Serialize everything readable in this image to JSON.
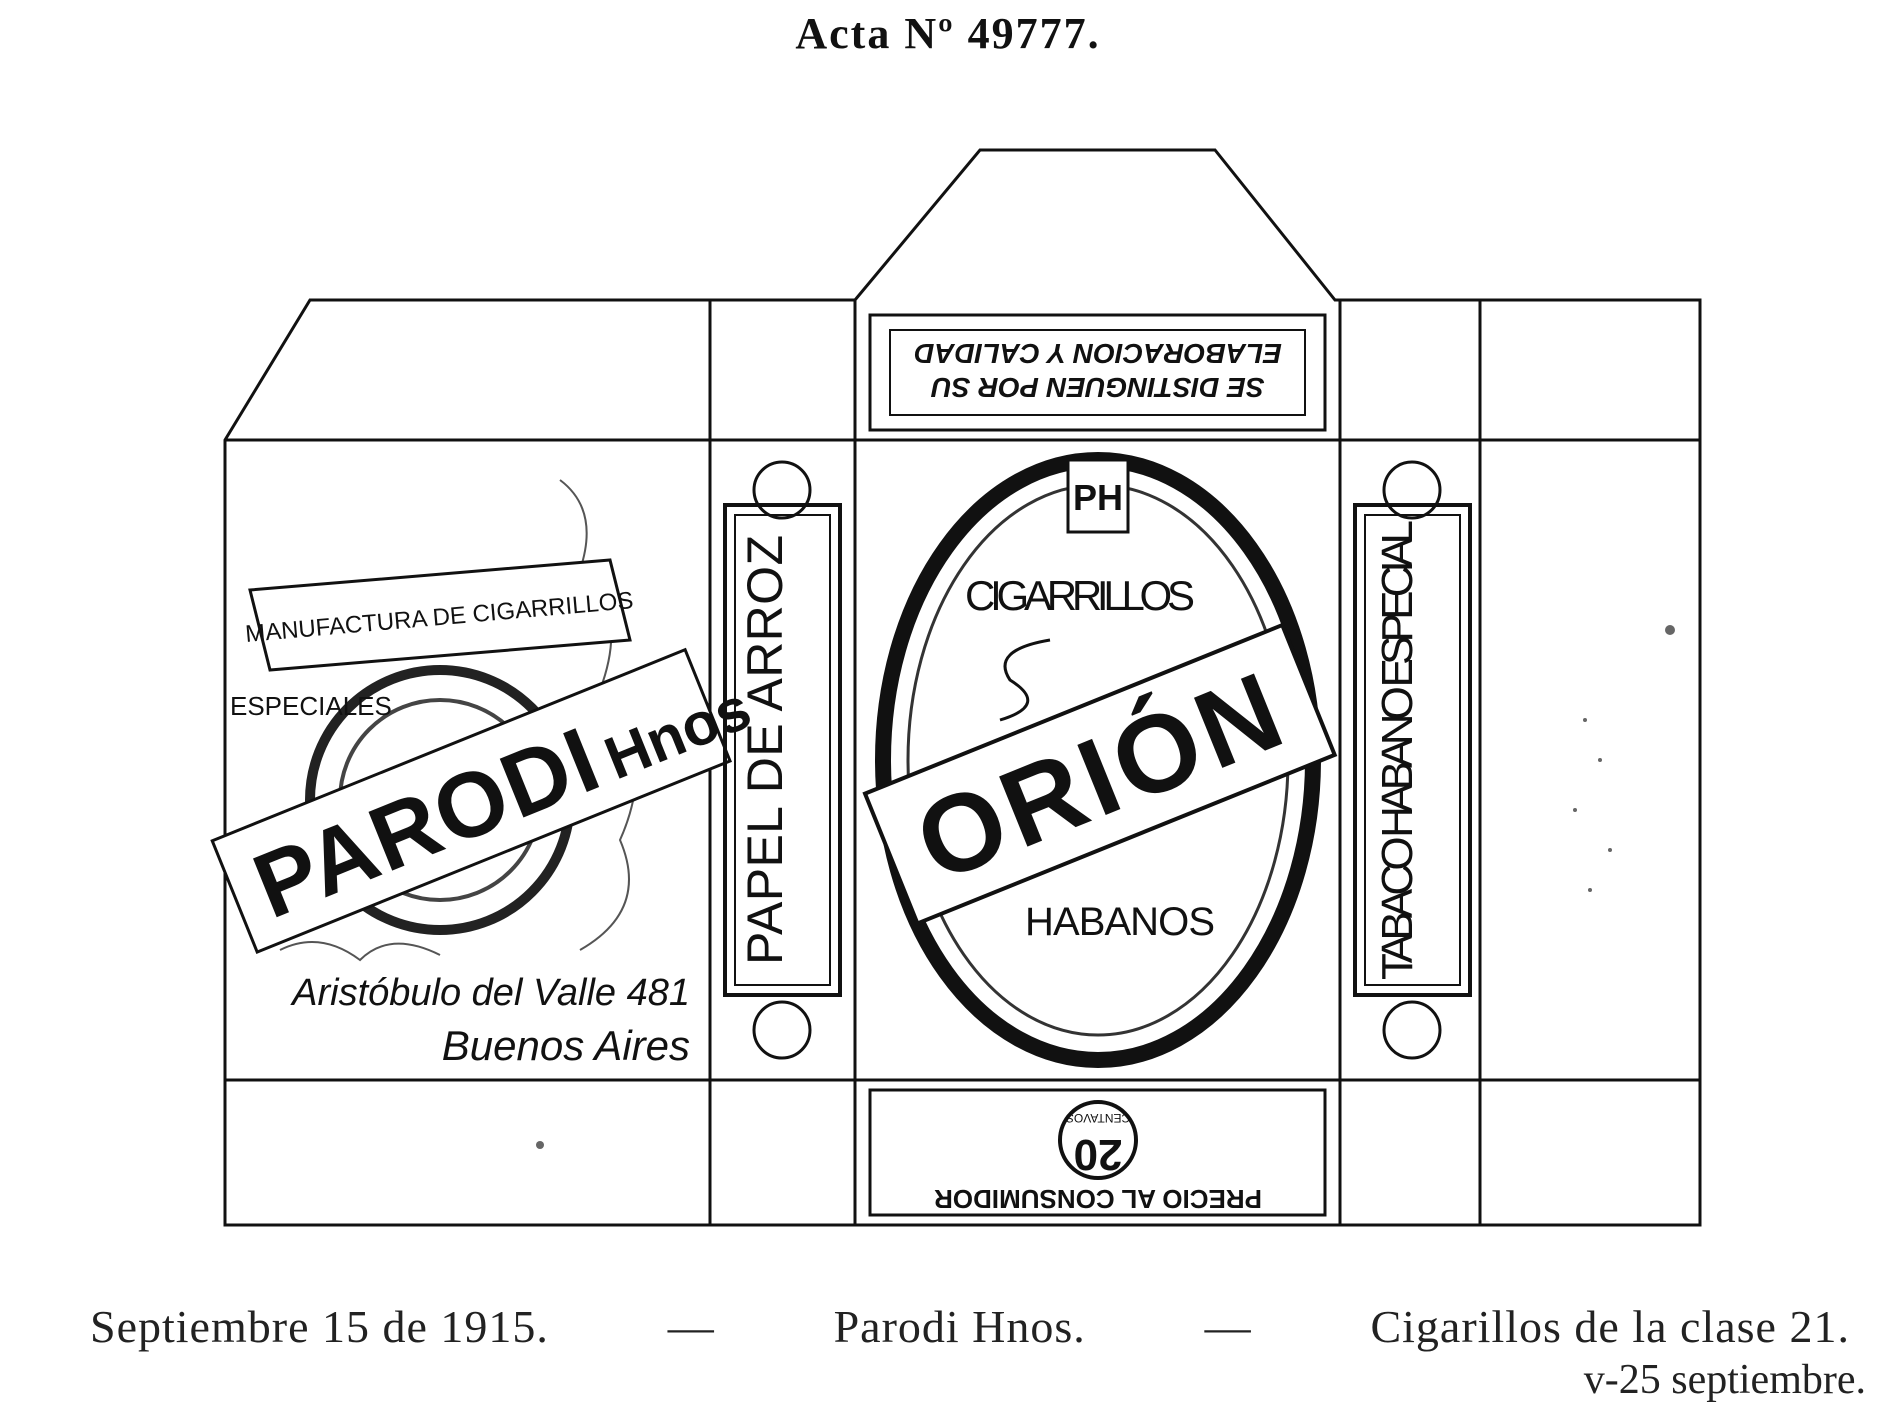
{
  "header": {
    "acta": "Acta Nº 49777."
  },
  "label": {
    "left_panel": {
      "ribbon": "MANUFACTURA DE CIGARRILLOS",
      "especiales": "ESPECIALES",
      "brand": "PARODI",
      "brand_suffix": "Hnos",
      "address": "Aristóbulo del Valle 481",
      "city": "Buenos Aires"
    },
    "side_left": "PAPEL DE ARROZ",
    "side_right": "TABACO HABANO ESPECIAL",
    "center": {
      "top_flap_line1": "SE DISTINGUEN POR SU",
      "top_flap_line2": "ELABORACION Y CALIDAD",
      "monogram": "PH",
      "cigarrillos": "CIGARRILLOS",
      "brand": "ORIÓN",
      "habanos": "HABANOS",
      "price_label": "PRECIO AL CONSUMIDOR",
      "price": "20",
      "price_unit": "CENTAVOS"
    }
  },
  "caption": {
    "date": "Septiembre  15  de 1915.",
    "company": "Parodi Hnos.",
    "class_text": "Cigarillos de la clase 21.",
    "subline": "v-25 septiembre."
  }
}
